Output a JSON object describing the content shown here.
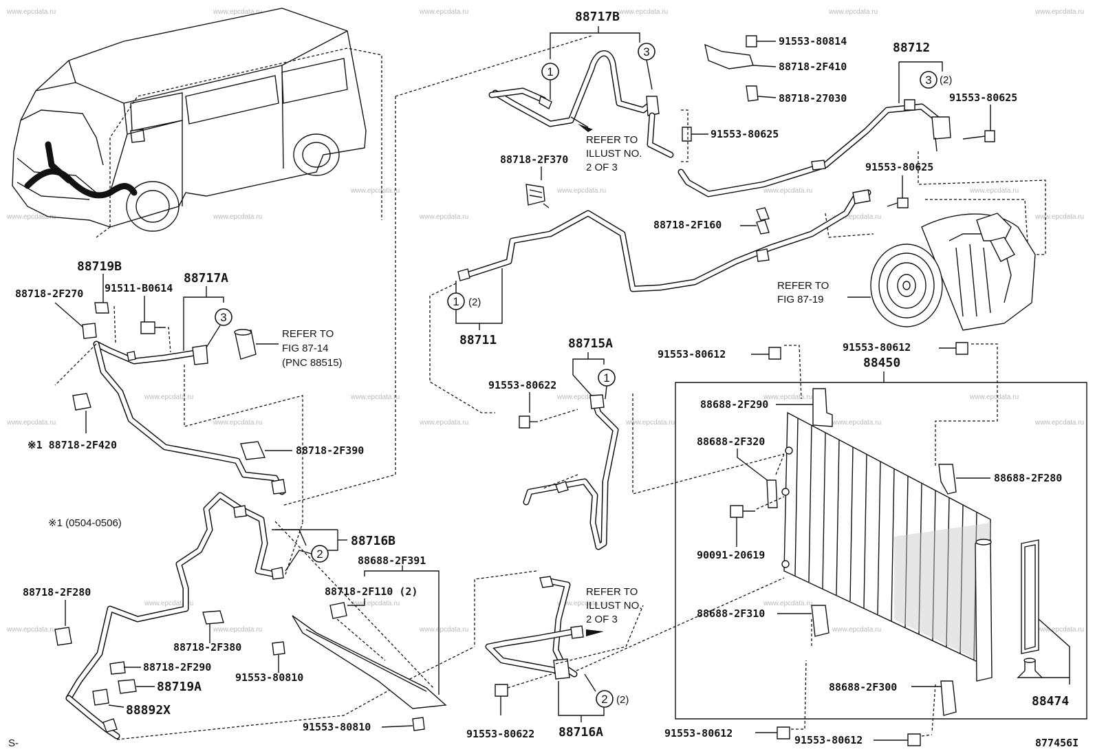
{
  "watermark": "www.epcdata.ru",
  "diagram_code": "877456I",
  "corner_mark": "S-",
  "footnote": "※1 (0504-0506)",
  "assemblies": {
    "a88717B": "88717B",
    "a88712": "88712",
    "a88719B": "88719B",
    "a88717A": "88717A",
    "a88711": "88711",
    "a88715A": "88715A",
    "a88450": "88450",
    "a88716B": "88716B",
    "a88716A": "88716A",
    "a88474": "88474",
    "a88719A": "88719A",
    "a88892X": "88892X"
  },
  "parts": {
    "p1": "91553-80814",
    "p2": "88718-2F410",
    "p3": "88718-27030",
    "p4": "91553-80625",
    "p5": "91553-80625",
    "p6": "91553-80625",
    "p7": "88718-2F370",
    "p8": "88718-2F160",
    "p9": "88718-2F270",
    "p10": "91511-B0614",
    "p11": "※1 88718-2F420",
    "p12": "88718-2F390",
    "p13": "91553-80622",
    "p14": "91553-80612",
    "p15": "91553-80612",
    "p16": "88688-2F290",
    "p17": "88688-2F320",
    "p18": "88688-2F280",
    "p19": "90091-20619",
    "p20": "88688-2F391",
    "p21": "88718-2F110 (2)",
    "p22": "88718-2F280",
    "p23": "88718-2F380",
    "p24": "88718-2F290",
    "p25": "91553-80810",
    "p26": "91553-80810",
    "p27": "91553-80622",
    "p28": "88688-2F310",
    "p29": "88688-2F300",
    "p30": "91553-80612",
    "p31": "91553-80612"
  },
  "references": {
    "r1": [
      "REFER TO",
      "ILLUST NO.",
      "2 OF 3"
    ],
    "r2": [
      "REFER TO",
      "FIG 87-19"
    ],
    "r3": [
      "REFER TO",
      "FIG 87-14",
      "(PNC 88515)"
    ],
    "r4": [
      "REFER TO",
      "ILLUST NO.",
      "2 OF 3"
    ]
  },
  "callouts": {
    "c1": "1",
    "c2": "3",
    "c3": "3",
    "c4": "(2)",
    "c5": "3",
    "c6": "1",
    "c7": "(2)",
    "c8": "1",
    "c9": "2",
    "c10": "2",
    "c11": "(2)"
  }
}
